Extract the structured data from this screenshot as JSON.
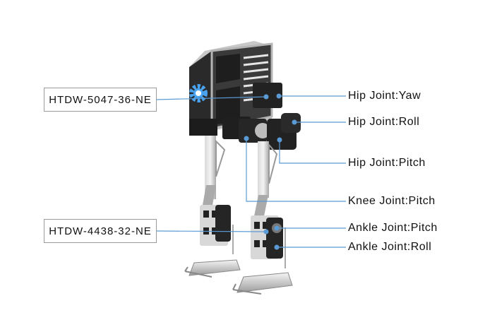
{
  "diagram": {
    "subject": "Bipedal robot legs with labeled joint actuators",
    "accent_color": "#5b9bd5",
    "motor_labels": [
      {
        "id": "hip-motor",
        "text": "HTDW-5047-36-NE"
      },
      {
        "id": "ankle-motor",
        "text": "HTDW-4438-32-NE"
      }
    ],
    "joint_labels": [
      {
        "id": "hip-yaw",
        "text": "Hip Joint:Yaw"
      },
      {
        "id": "hip-roll",
        "text": "Hip Joint:Roll"
      },
      {
        "id": "hip-pitch",
        "text": "Hip Joint:Pitch"
      },
      {
        "id": "knee-pitch",
        "text": "Knee Joint:Pitch"
      },
      {
        "id": "ankle-pitch",
        "text": "Ankle Joint:Pitch"
      },
      {
        "id": "ankle-roll",
        "text": "Ankle Joint:Roll"
      }
    ]
  }
}
